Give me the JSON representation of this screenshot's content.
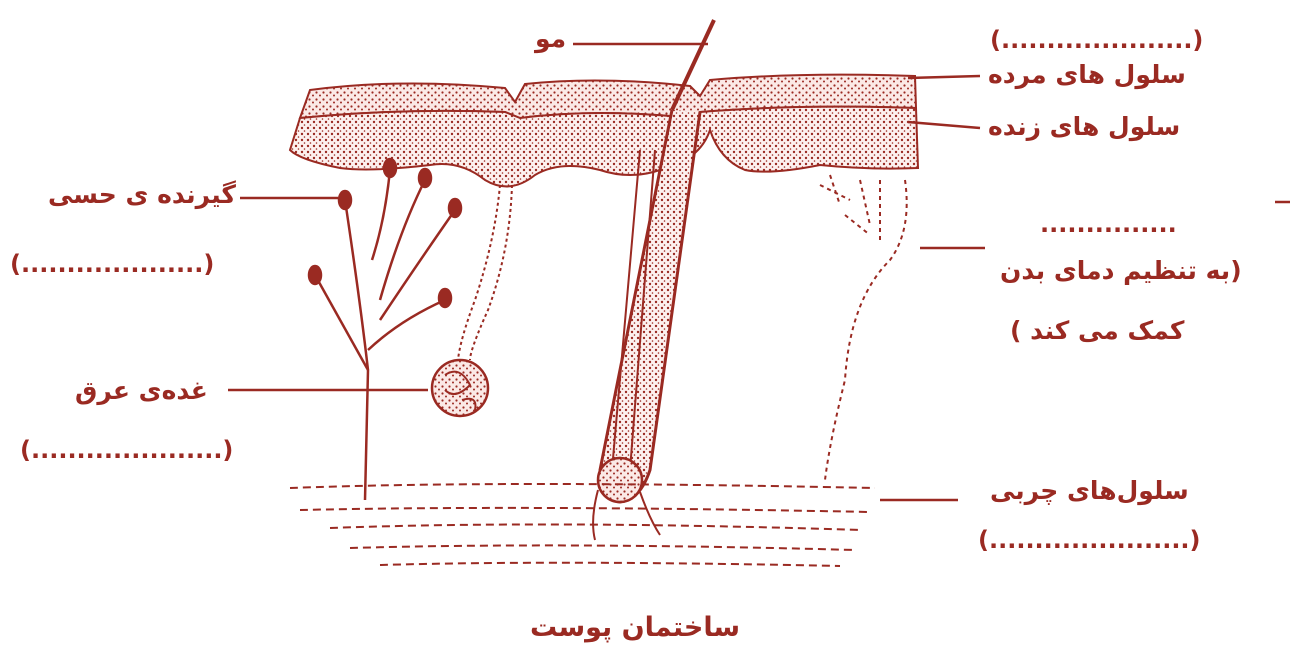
{
  "diagram": {
    "caption": "ساختمان پوست",
    "colors": {
      "ink": "#9a2a22",
      "background": "#ffffff"
    },
    "labels": {
      "hair": "مو",
      "dead_cells": "سلول های مرده",
      "living_cells": "سلول های زنده",
      "sensory_receptor": "گیرنده ی حسی",
      "sweat_gland": "غده‌ی عرق",
      "temperature_line1": "(به تنظیم دمای بدن",
      "temperature_line2": "کمک می کند )",
      "fat_cells": "سلول‌های چربی"
    },
    "blanks": {
      "top_right": "(.....................)",
      "left_upper": "(....................)",
      "left_lower": "(.....................)",
      "right_mid": "...............",
      "right_bottom": "(......................)"
    }
  }
}
